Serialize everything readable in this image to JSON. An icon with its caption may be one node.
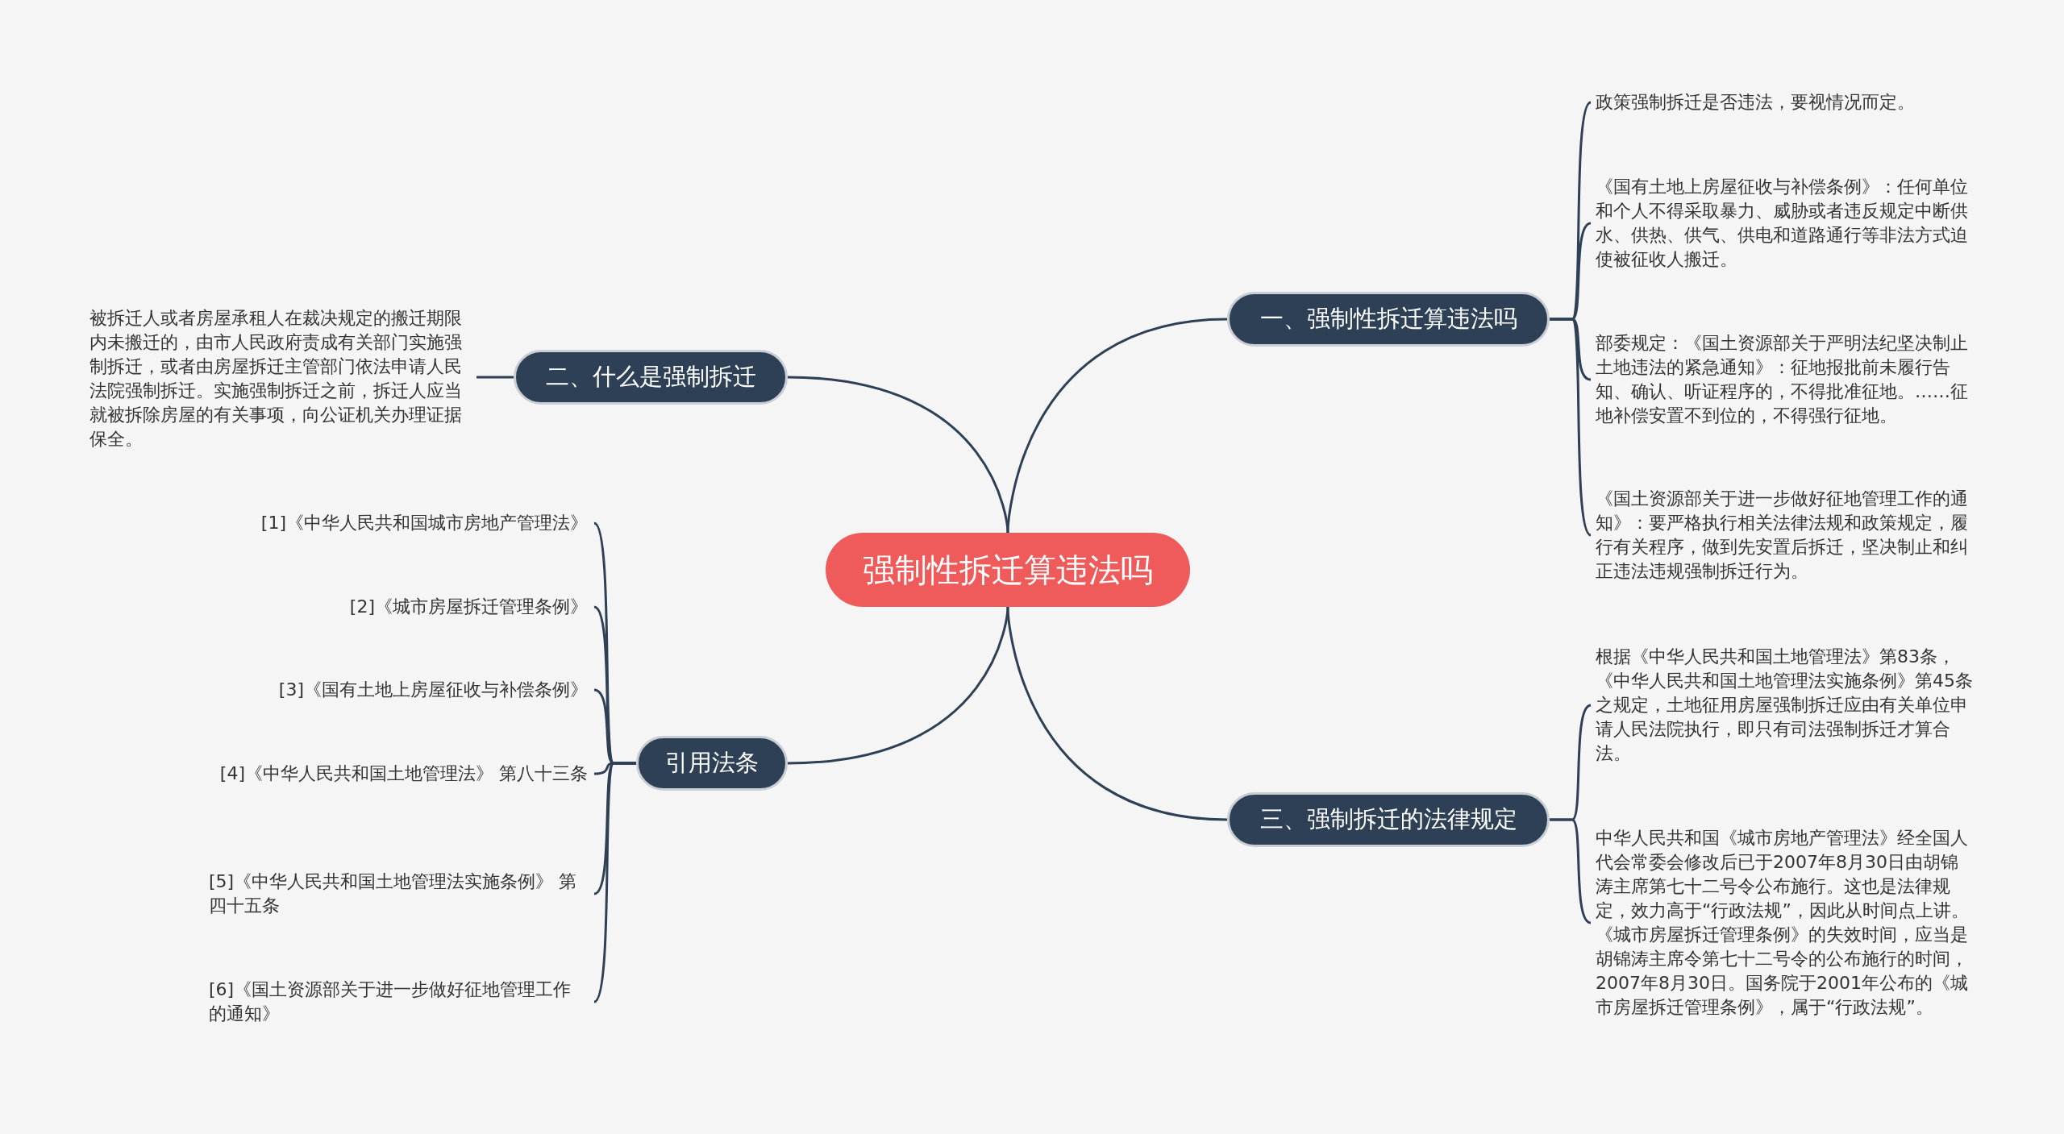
{
  "diagram": {
    "nodes": [
      {
        "text": [
          "强制性拆迁算违法吗"
        ]
      },
      {
        "text": [
          "一、强制性拆迁算违法吗"
        ]
      },
      {
        "text": [
          "政策强制拆迁是否违法，要视情况而定。"
        ]
      },
      {
        "text": [
          "《国有土地上房屋征收与补偿条例》：任何单位和个人不得采取暴力、威胁或者违反规定中断供水、供热、供气、供电和道路通行等非法方式迫使被征收人搬迁。"
        ]
      },
      {
        "text": [
          "部委规定：《国土资源部关于严明法纪坚决制止土地违法的紧急通知》：征地报批前未履行告知、确认、听证程序的，不得批准征地。……征地补偿安置不到位的，不得强行征地。"
        ]
      },
      {
        "text": [
          "《国土资源部关于进一步做好征地管理工作的通知》：要严格执行相关法律法规和政策规定，履行有关程序，做到先安置后拆迁，坚决制止和纠正违法违规强制拆迁行为。"
        ]
      },
      {
        "text": [
          "三、强制拆迁的法律规定"
        ]
      },
      {
        "text": [
          "根据《中华人民共和国土地管理法》第83条，《中华人民共和国土地管理法实施条例》第45条之规定，土地征用房屋强制拆迁应由有关单位申请人民法院执行，即只有司法强制拆迁才算合法。"
        ]
      },
      {
        "text": [
          "中华人民共和国《城市房地产管理法》经全国人代会常委会修改后已于2007年8月30日由胡锦涛主席第七十二号令公布施行。这也是法律规定，效力高于“行政法规”，因此从时间点上讲。《城市房屋拆迁管理条例》的失效时间，应当是胡锦涛主席令第七十二号令的公布施行的时间，2007年8月30日。国务院于2001年公布的《城市房屋拆迁管理条例》，属于“行政法规”。"
        ]
      },
      {
        "text": [
          "二、什么是强制拆迁"
        ]
      },
      {
        "text": [
          "被拆迁人或者房屋承租人在裁决规定的搬迁期限内未搬迁的，由市人民政府责成有关部门实施强制拆迁，或者由房屋拆迁主管部门依法申请人民法院强制拆迁。实施强制拆迁之前，拆迁人应当就被拆除房屋的有关事项，向公证机关办理证据保全。"
        ]
      },
      {
        "text": [
          "引用法条"
        ]
      },
      {
        "text": [
          "[1]《中华人民共和国城市房地产管理法》"
        ]
      },
      {
        "text": [
          "[2]《城市房屋拆迁管理条例》"
        ]
      },
      {
        "text": [
          "[3]《国有土地上房屋征收与补偿条例》"
        ]
      },
      {
        "text": [
          "[4]《中华人民共和国土地管理法》 第八十三条"
        ]
      },
      {
        "text": [
          "[5]《中华人民共和国土地管理法实施条例》 第四十五条"
        ]
      },
      {
        "text": [
          "[6]《国土资源部关于进一步做好征地管理工作的通知》"
        ]
      }
    ],
    "edges": [
      {
        "from": 0,
        "to": 1,
        "arrow": "none"
      },
      {
        "from": 1,
        "to": 2,
        "arrow": "none"
      },
      {
        "from": 1,
        "to": 3,
        "arrow": "none"
      },
      {
        "from": 1,
        "to": 4,
        "arrow": "none"
      },
      {
        "from": 1,
        "to": 5,
        "arrow": "none"
      },
      {
        "from": 0,
        "to": 6,
        "arrow": "none"
      },
      {
        "from": 6,
        "to": 7,
        "arrow": "none"
      },
      {
        "from": 6,
        "to": 8,
        "arrow": "none"
      },
      {
        "from": 0,
        "to": 9,
        "arrow": "none"
      },
      {
        "from": 9,
        "to": 10,
        "arrow": "none"
      },
      {
        "from": 0,
        "to": 11,
        "arrow": "none"
      },
      {
        "from": 11,
        "to": 12,
        "arrow": "none"
      },
      {
        "from": 11,
        "to": 13,
        "arrow": "none"
      },
      {
        "from": 11,
        "to": 14,
        "arrow": "none"
      },
      {
        "from": 11,
        "to": 15,
        "arrow": "none"
      },
      {
        "from": 11,
        "to": 16,
        "arrow": "none"
      },
      {
        "from": 11,
        "to": 17,
        "arrow": "none"
      }
    ]
  }
}
